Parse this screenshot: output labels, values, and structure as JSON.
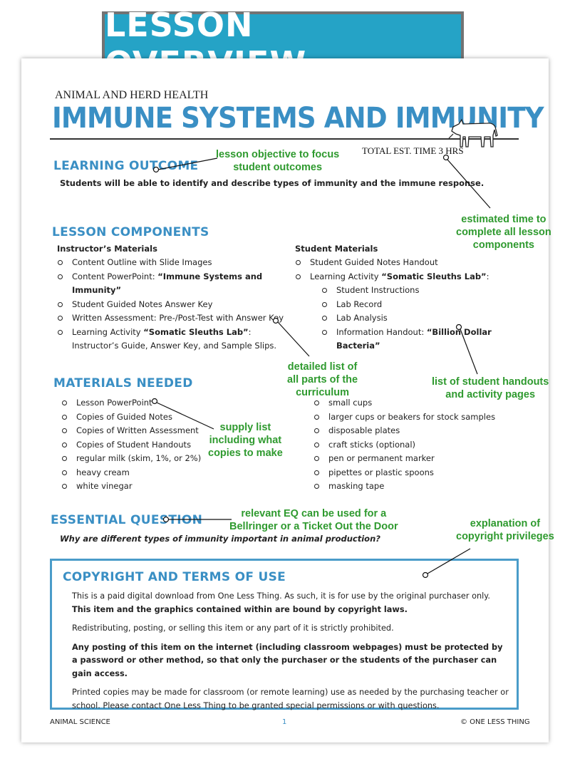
{
  "banner": "LESSON OVERVIEW",
  "header": {
    "course": "ANIMAL AND HERD HEALTH",
    "title": "IMMUNE SYSTEMS AND IMMUNITY",
    "est_time": "TOTAL EST. TIME 3 HRS"
  },
  "learning_outcome": {
    "heading": "LEARNING OUTCOME",
    "text": "Students will be able to identify and describe types of immunity and the immune response."
  },
  "components": {
    "heading": "LESSON COMPONENTS",
    "instructor_title": "Instructor’s Materials",
    "instructor": [
      {
        "pre": "Content Outline with Slide Images",
        "b": "",
        "post": ""
      },
      {
        "pre": "Content PowerPoint: ",
        "b": "“Immune Systems and Immunity”",
        "post": ""
      },
      {
        "pre": "Student Guided Notes Answer Key",
        "b": "",
        "post": ""
      },
      {
        "pre": "Written Assessment: Pre-/Post-Test with Answer Key",
        "b": "",
        "post": ""
      },
      {
        "pre": "Learning Activity ",
        "b": "“Somatic Sleuths Lab”",
        "post": ": Instructor’s Guide, Answer Key, and Sample Slips."
      }
    ],
    "student_title": "Student Materials",
    "student": [
      {
        "pre": "Student Guided Notes Handout",
        "b": "",
        "post": ""
      },
      {
        "pre": "Learning Activity ",
        "b": "“Somatic Sleuths Lab”",
        "post": ":"
      }
    ],
    "student_sub": [
      {
        "pre": "Student Instructions",
        "b": "",
        "post": ""
      },
      {
        "pre": "Lab Record",
        "b": "",
        "post": ""
      },
      {
        "pre": "Lab Analysis",
        "b": "",
        "post": ""
      },
      {
        "pre": "Information Handout: ",
        "b": "“Billion Dollar Bacteria”",
        "post": ""
      }
    ]
  },
  "materials": {
    "heading": "MATERIALS NEEDED",
    "left": [
      "Lesson PowerPoint",
      "Copies of Guided Notes",
      "Copies of Written Assessment",
      "Copies of Student Handouts",
      "regular milk (skim, 1%, or 2%)",
      "heavy cream",
      "white vinegar"
    ],
    "right": [
      "small cups",
      "larger cups or beakers for stock samples",
      "disposable plates",
      "craft sticks (optional)",
      "pen or permanent marker",
      "pipettes or plastic spoons",
      "masking tape"
    ]
  },
  "essential": {
    "heading": "ESSENTIAL QUESTION",
    "question": "Why are different types of immunity important in animal production?"
  },
  "copyright": {
    "heading": "COPYRIGHT AND TERMS OF USE",
    "p1": "This is a paid digital download from One Less Thing. As such, it is for use by the original purchaser only.",
    "p1b": "This item and the graphics contained within are bound by copyright laws.",
    "p2": "Redistributing, posting, or selling this item or any part of it is strictly prohibited.",
    "p3": "Any posting of this item on the internet (including classroom webpages) must be protected by a password or other method, so that only the purchaser or the students of the purchaser can gain access.",
    "p4": "Printed copies may be made for classroom (or remote learning) use as needed by the purchasing teacher or school. Please contact One Less Thing to be granted special permissions or with questions."
  },
  "footer": {
    "left": "ANIMAL SCIENCE",
    "page": "1",
    "right": "© ONE LESS THING"
  },
  "annotations": {
    "objective": [
      "lesson objective to focus",
      "student  outcomes"
    ],
    "time": [
      "estimated time to",
      "complete all lesson",
      "components"
    ],
    "curriculum": [
      "detailed list of",
      "all parts of the",
      "curriculum"
    ],
    "handouts": [
      "list of student handouts",
      "and activity pages"
    ],
    "supply": [
      "supply list",
      "including what",
      "copies to make"
    ],
    "eq": [
      "relevant EQ can be used for a",
      "Bellringer or a Ticket Out the Door"
    ],
    "copyright": [
      "explanation of",
      "copyright privileges"
    ]
  },
  "colors": {
    "accent": "#3a8fc4",
    "banner": "#25a3c6",
    "annotation": "#2f9a2f"
  }
}
